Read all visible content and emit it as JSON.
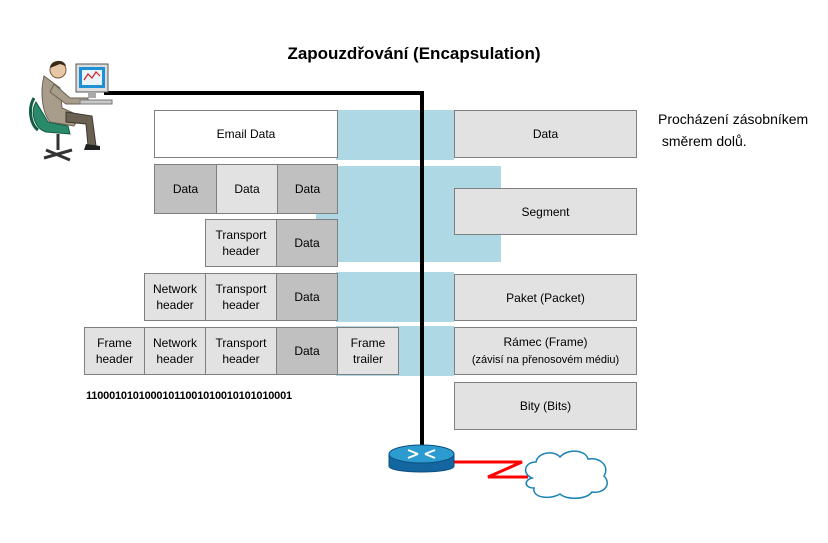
{
  "title": "Zapouzdřování (Encapsulation)",
  "note": "Procházení zásobníkem\n směrem dolů.",
  "rows": {
    "data": {
      "email": "Email Data"
    },
    "segment": {
      "data1": "Data",
      "data2": "Data",
      "data3": "Data",
      "transport": "Transport header",
      "data": "Data"
    },
    "packet": {
      "network": "Network header",
      "transport": "Transport header",
      "data": "Data"
    },
    "frame": {
      "frame_header": "Frame header",
      "network": "Network header",
      "transport": "Transport header",
      "data": "Data",
      "frame_trailer": "Frame trailer"
    }
  },
  "bits": "11000101010001011001010010101010001",
  "layers": {
    "data": "Data",
    "segment": "Segment",
    "packet": "Paket (Packet)",
    "frame": "Rámec (Frame)",
    "frame_sub": "(závisí na přenosovém médiu)",
    "bits": "Bity (Bits)"
  },
  "colors": {
    "band": "#aed8e4",
    "cable": "#000000",
    "serial_link": "#ff0000",
    "router": "#1b82b5"
  },
  "icons": {
    "user": "user-at-computer-icon",
    "router": "router-icon",
    "cloud": "cloud-icon"
  }
}
